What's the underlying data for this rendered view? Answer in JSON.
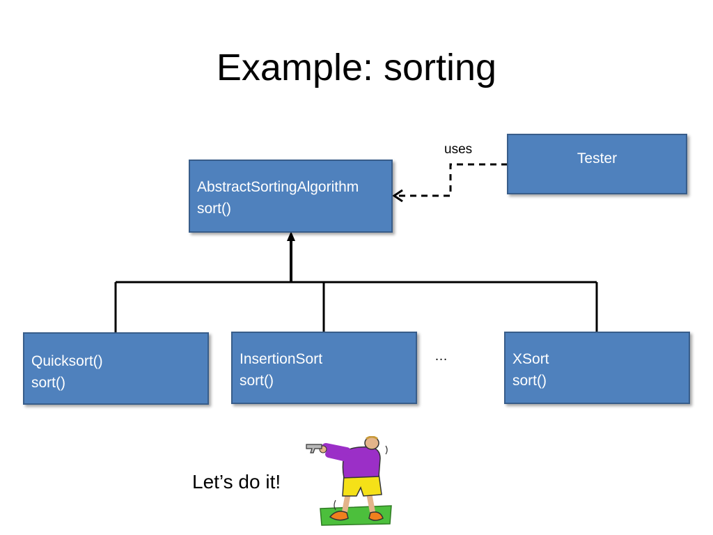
{
  "slide": {
    "title": "Example: sorting",
    "closing_text": "Let’s do it!"
  },
  "classes": {
    "abstract": {
      "name": "AbstractSortingAlgorithm",
      "method": "sort()"
    },
    "tester": {
      "name": "Tester"
    },
    "quicksort": {
      "name": "Quicksort()",
      "method": "sort()"
    },
    "insertion": {
      "name": "InsertionSort",
      "method": "sort()"
    },
    "xsort": {
      "name": "XSort",
      "method": "sort()"
    }
  },
  "relations": {
    "uses_label": "uses",
    "ellipsis": "…"
  },
  "colors": {
    "box_fill": "#4f81bd",
    "box_border": "#385d8a",
    "box_text": "#ffffff",
    "connector": "#000000"
  },
  "clipart": {
    "icon": "cartoon-shooter-icon"
  }
}
